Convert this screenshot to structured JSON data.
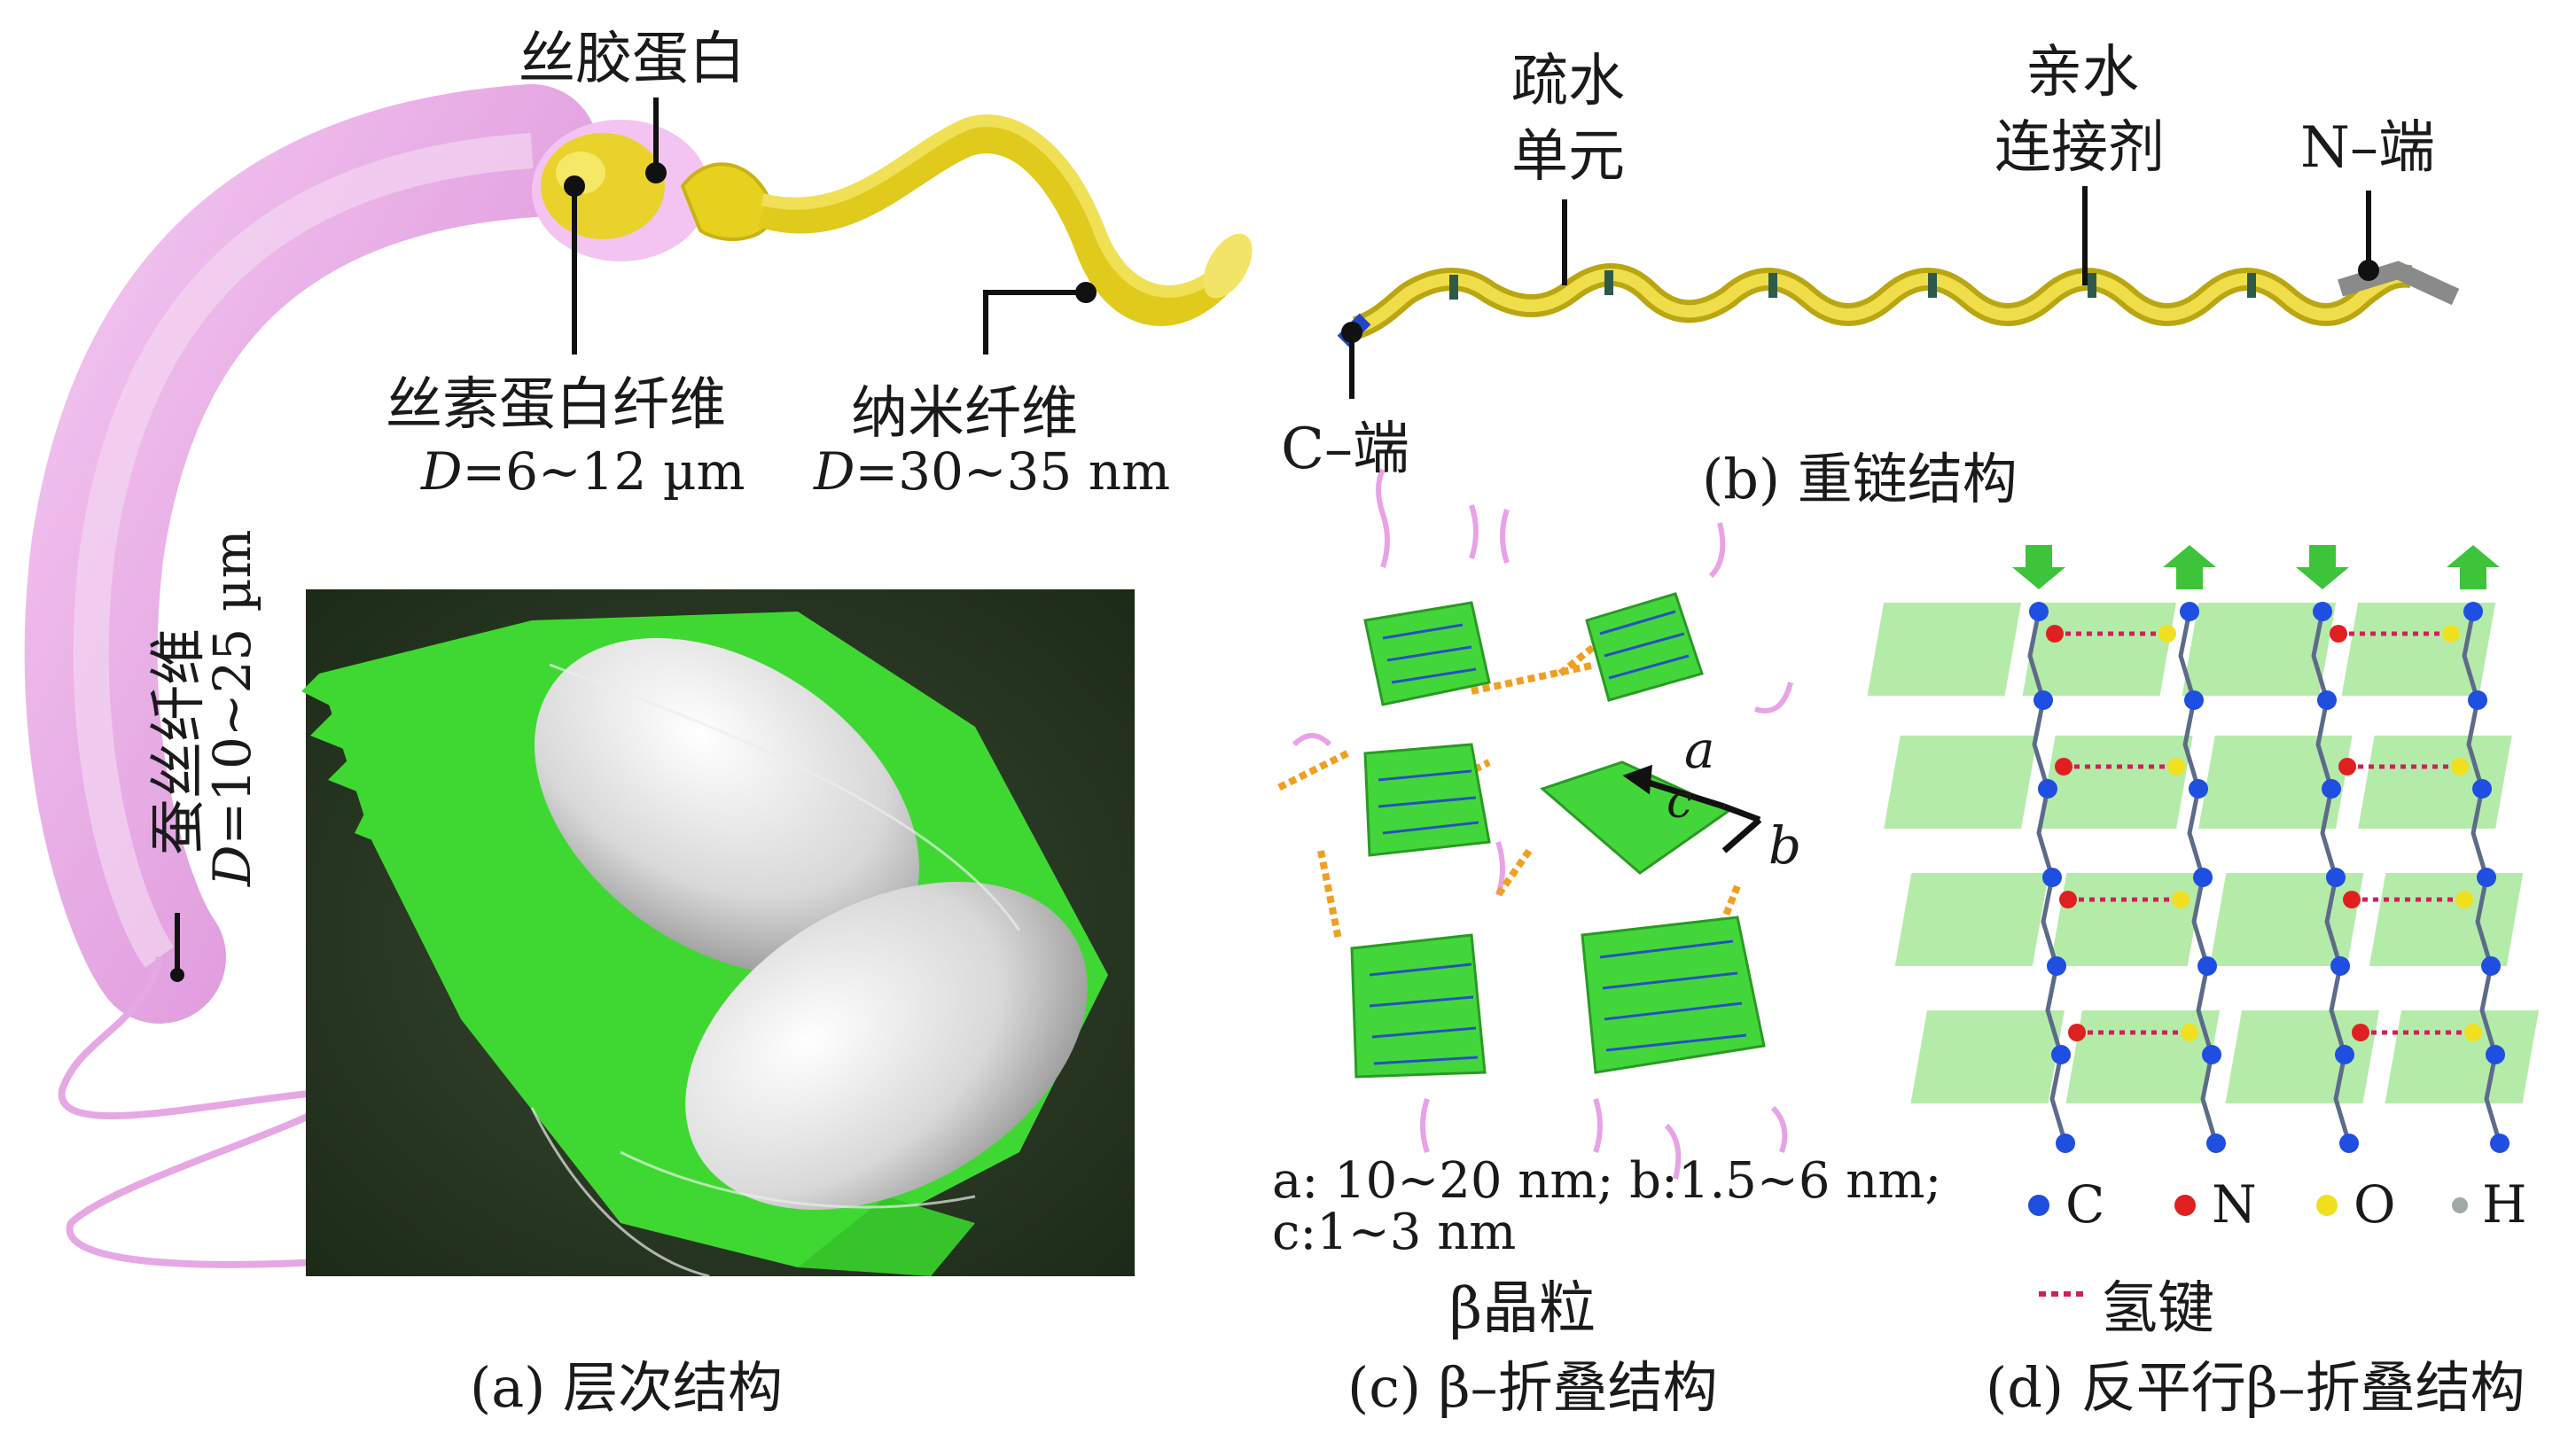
{
  "panel_a": {
    "caption": "(a) 层次结构",
    "sericin_label": "丝胶蛋白",
    "fibroin_label": "丝素蛋白纤维",
    "fibroin_diameter": "D=6~12 µm",
    "nanofiber_label": "纳米纤维",
    "nanofiber_diameter": "D=30~35 nm",
    "silk_label": "蚕丝纤维",
    "silk_diameter": "D=10~25 µm"
  },
  "panel_b": {
    "caption": "(b) 重链结构",
    "hydrophobic_line1": "疏水",
    "hydrophobic_line2": "单元",
    "hydrophilic_line1": "亲水",
    "hydrophilic_line2": "连接剂",
    "n_term": "N–端",
    "c_term": "C–端"
  },
  "panel_c": {
    "caption": "(c) β–折叠结构",
    "axis_a": "a",
    "axis_b": "b",
    "axis_c": "c",
    "dims_line1": "a: 10~20 nm; b:1.5~6 nm;",
    "dims_line2": "c:1~3 nm",
    "crystal_label": "β晶粒"
  },
  "panel_d": {
    "caption": "(d) 反平行β–折叠结构",
    "legend_c": "C",
    "legend_n": "N",
    "legend_o": "O",
    "legend_h": "H",
    "hbond_label": "氢键"
  },
  "colors": {
    "fiber_pink": "#e7a6e6",
    "fibroin_yellow": "#e6d21e",
    "chain_yellow": "#e8d43a",
    "crystal_green": "#43d63b",
    "linker_orange": "#f0a020",
    "leaf_green": "#3fd832",
    "atom_c": "#1e4fe0",
    "atom_n": "#e02020",
    "atom_o": "#f0e020",
    "atom_h": "#a0a8a8",
    "hbond": "#d0205a"
  }
}
